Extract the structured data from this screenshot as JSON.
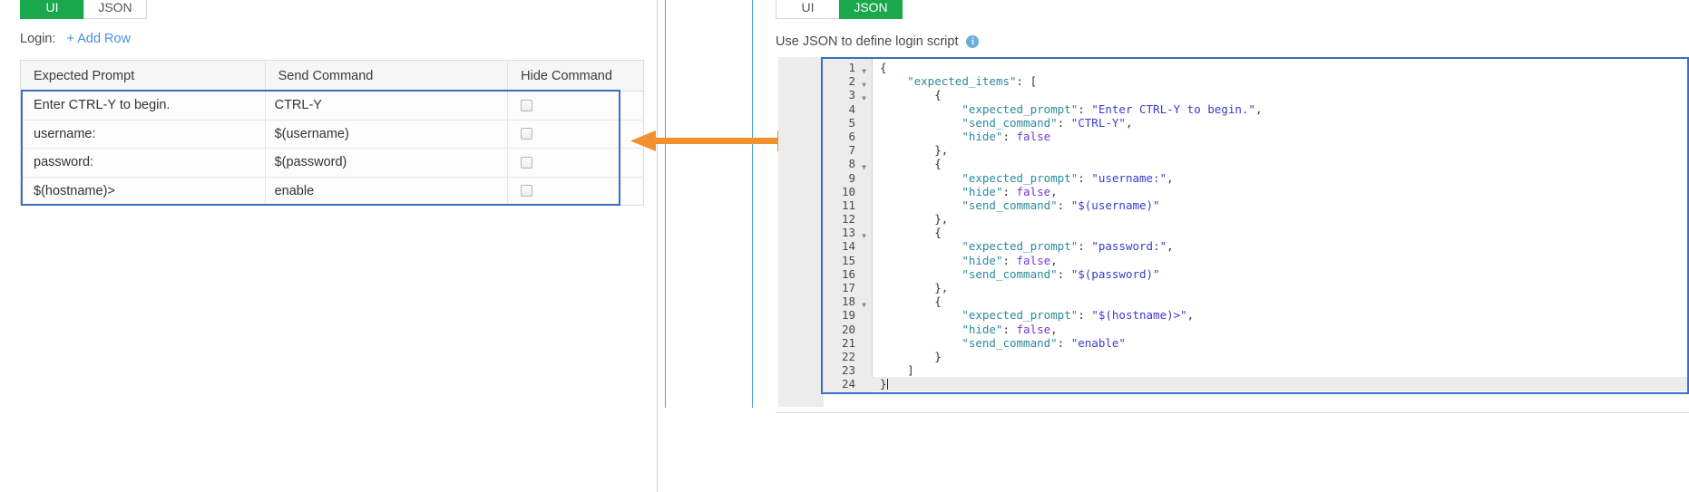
{
  "left": {
    "tabs": [
      {
        "label": "UI",
        "active": true
      },
      {
        "label": "JSON",
        "active": false
      }
    ],
    "login_label": "Login:",
    "add_row_label": "+ Add Row",
    "table": {
      "headers": [
        "Expected Prompt",
        "Send Command",
        "Hide Command"
      ],
      "rows": [
        {
          "expected_prompt": "Enter CTRL-Y to begin.",
          "send_command": "CTRL-Y",
          "hide": false
        },
        {
          "expected_prompt": "username:",
          "send_command": "$(username)",
          "hide": false
        },
        {
          "expected_prompt": "password:",
          "send_command": "$(password)",
          "hide": false
        },
        {
          "expected_prompt": "$(hostname)>",
          "send_command": "enable",
          "hide": false
        }
      ]
    }
  },
  "middle": {
    "arrow_name": "bidirectional-sync-arrow",
    "arrow_color": "#f0902f"
  },
  "right": {
    "tabs": [
      {
        "label": "UI",
        "active": false
      },
      {
        "label": "JSON",
        "active": true
      }
    ],
    "caption": "Use JSON to define login script",
    "info_icon": "i",
    "editor": {
      "active_line": 24,
      "fold_lines": [
        1,
        2,
        3,
        8,
        13,
        18
      ],
      "lines": [
        {
          "n": 1,
          "tokens": [
            {
              "t": "{",
              "c": "p"
            }
          ]
        },
        {
          "n": 2,
          "tokens": [
            {
              "t": "    ",
              "c": "p"
            },
            {
              "t": "\"expected_items\"",
              "c": "k"
            },
            {
              "t": ": [",
              "c": "p"
            }
          ]
        },
        {
          "n": 3,
          "tokens": [
            {
              "t": "        {",
              "c": "p"
            }
          ]
        },
        {
          "n": 4,
          "tokens": [
            {
              "t": "            ",
              "c": "p"
            },
            {
              "t": "\"expected_prompt\"",
              "c": "k"
            },
            {
              "t": ": ",
              "c": "p"
            },
            {
              "t": "\"Enter CTRL-Y to begin.\"",
              "c": "s"
            },
            {
              "t": ",",
              "c": "p"
            }
          ]
        },
        {
          "n": 5,
          "tokens": [
            {
              "t": "            ",
              "c": "p"
            },
            {
              "t": "\"send_command\"",
              "c": "k"
            },
            {
              "t": ": ",
              "c": "p"
            },
            {
              "t": "\"CTRL-Y\"",
              "c": "s"
            },
            {
              "t": ",",
              "c": "p"
            }
          ]
        },
        {
          "n": 6,
          "tokens": [
            {
              "t": "            ",
              "c": "p"
            },
            {
              "t": "\"hide\"",
              "c": "k"
            },
            {
              "t": ": ",
              "c": "p"
            },
            {
              "t": "false",
              "c": "b"
            }
          ]
        },
        {
          "n": 7,
          "tokens": [
            {
              "t": "        },",
              "c": "p"
            }
          ]
        },
        {
          "n": 8,
          "tokens": [
            {
              "t": "        {",
              "c": "p"
            }
          ]
        },
        {
          "n": 9,
          "tokens": [
            {
              "t": "            ",
              "c": "p"
            },
            {
              "t": "\"expected_prompt\"",
              "c": "k"
            },
            {
              "t": ": ",
              "c": "p"
            },
            {
              "t": "\"username:\"",
              "c": "s"
            },
            {
              "t": ",",
              "c": "p"
            }
          ]
        },
        {
          "n": 10,
          "tokens": [
            {
              "t": "            ",
              "c": "p"
            },
            {
              "t": "\"hide\"",
              "c": "k"
            },
            {
              "t": ": ",
              "c": "p"
            },
            {
              "t": "false",
              "c": "b"
            },
            {
              "t": ",",
              "c": "p"
            }
          ]
        },
        {
          "n": 11,
          "tokens": [
            {
              "t": "            ",
              "c": "p"
            },
            {
              "t": "\"send_command\"",
              "c": "k"
            },
            {
              "t": ": ",
              "c": "p"
            },
            {
              "t": "\"$(username)\"",
              "c": "s"
            }
          ]
        },
        {
          "n": 12,
          "tokens": [
            {
              "t": "        },",
              "c": "p"
            }
          ]
        },
        {
          "n": 13,
          "tokens": [
            {
              "t": "        {",
              "c": "p"
            }
          ]
        },
        {
          "n": 14,
          "tokens": [
            {
              "t": "            ",
              "c": "p"
            },
            {
              "t": "\"expected_prompt\"",
              "c": "k"
            },
            {
              "t": ": ",
              "c": "p"
            },
            {
              "t": "\"password:\"",
              "c": "s"
            },
            {
              "t": ",",
              "c": "p"
            }
          ]
        },
        {
          "n": 15,
          "tokens": [
            {
              "t": "            ",
              "c": "p"
            },
            {
              "t": "\"hide\"",
              "c": "k"
            },
            {
              "t": ": ",
              "c": "p"
            },
            {
              "t": "false",
              "c": "b"
            },
            {
              "t": ",",
              "c": "p"
            }
          ]
        },
        {
          "n": 16,
          "tokens": [
            {
              "t": "            ",
              "c": "p"
            },
            {
              "t": "\"send_command\"",
              "c": "k"
            },
            {
              "t": ": ",
              "c": "p"
            },
            {
              "t": "\"$(password)\"",
              "c": "s"
            }
          ]
        },
        {
          "n": 17,
          "tokens": [
            {
              "t": "        },",
              "c": "p"
            }
          ]
        },
        {
          "n": 18,
          "tokens": [
            {
              "t": "        {",
              "c": "p"
            }
          ]
        },
        {
          "n": 19,
          "tokens": [
            {
              "t": "            ",
              "c": "p"
            },
            {
              "t": "\"expected_prompt\"",
              "c": "k"
            },
            {
              "t": ": ",
              "c": "p"
            },
            {
              "t": "\"$(hostname)>\"",
              "c": "s"
            },
            {
              "t": ",",
              "c": "p"
            }
          ]
        },
        {
          "n": 20,
          "tokens": [
            {
              "t": "            ",
              "c": "p"
            },
            {
              "t": "\"hide\"",
              "c": "k"
            },
            {
              "t": ": ",
              "c": "p"
            },
            {
              "t": "false",
              "c": "b"
            },
            {
              "t": ",",
              "c": "p"
            }
          ]
        },
        {
          "n": 21,
          "tokens": [
            {
              "t": "            ",
              "c": "p"
            },
            {
              "t": "\"send_command\"",
              "c": "k"
            },
            {
              "t": ": ",
              "c": "p"
            },
            {
              "t": "\"enable\"",
              "c": "s"
            }
          ]
        },
        {
          "n": 22,
          "tokens": [
            {
              "t": "        }",
              "c": "p"
            }
          ]
        },
        {
          "n": 23,
          "tokens": [
            {
              "t": "    ]",
              "c": "p"
            }
          ]
        },
        {
          "n": 24,
          "tokens": [
            {
              "t": "}",
              "c": "p"
            }
          ]
        }
      ]
    }
  },
  "colors": {
    "accent_green": "#19a84c",
    "selection_blue": "#3a6fc4",
    "link_blue": "#4a90d9",
    "arrow_orange": "#f0902f",
    "json_key": "#2b8a9e",
    "json_string": "#3a3ad0",
    "json_bool": "#7a36d6"
  }
}
